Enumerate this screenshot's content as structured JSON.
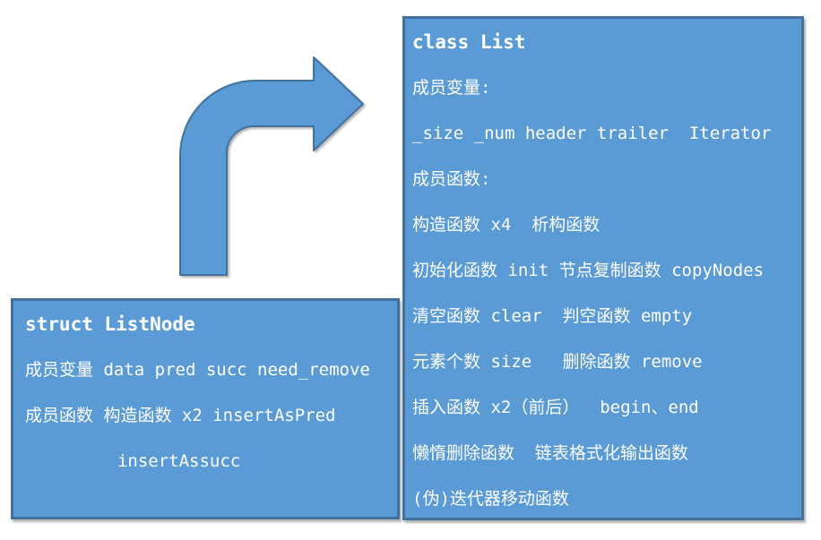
{
  "colors": {
    "background": "#ffffff",
    "box_fill": "#5b9bd5",
    "box_border": "#41719c",
    "text": "#ffffff"
  },
  "list_box": {
    "title": "class List",
    "lines": [
      "成员变量:",
      "_size _num header trailer  Iterator",
      "成员函数:",
      "构造函数 x4  析构函数",
      "初始化函数 init 节点复制函数 copyNodes",
      "清空函数 clear  判空函数 empty",
      "元素个数 size   删除函数 remove",
      "插入函数 x2（前后）  begin、end",
      "懒惰删除函数  链表格式化输出函数",
      "(伪)迭代器移动函数"
    ]
  },
  "listnode_box": {
    "title": "struct ListNode",
    "lines": [
      "成员变量 data pred succ need_remove",
      "成员函数 构造函数 x2 insertAsPred",
      "         insertAssucc"
    ]
  }
}
